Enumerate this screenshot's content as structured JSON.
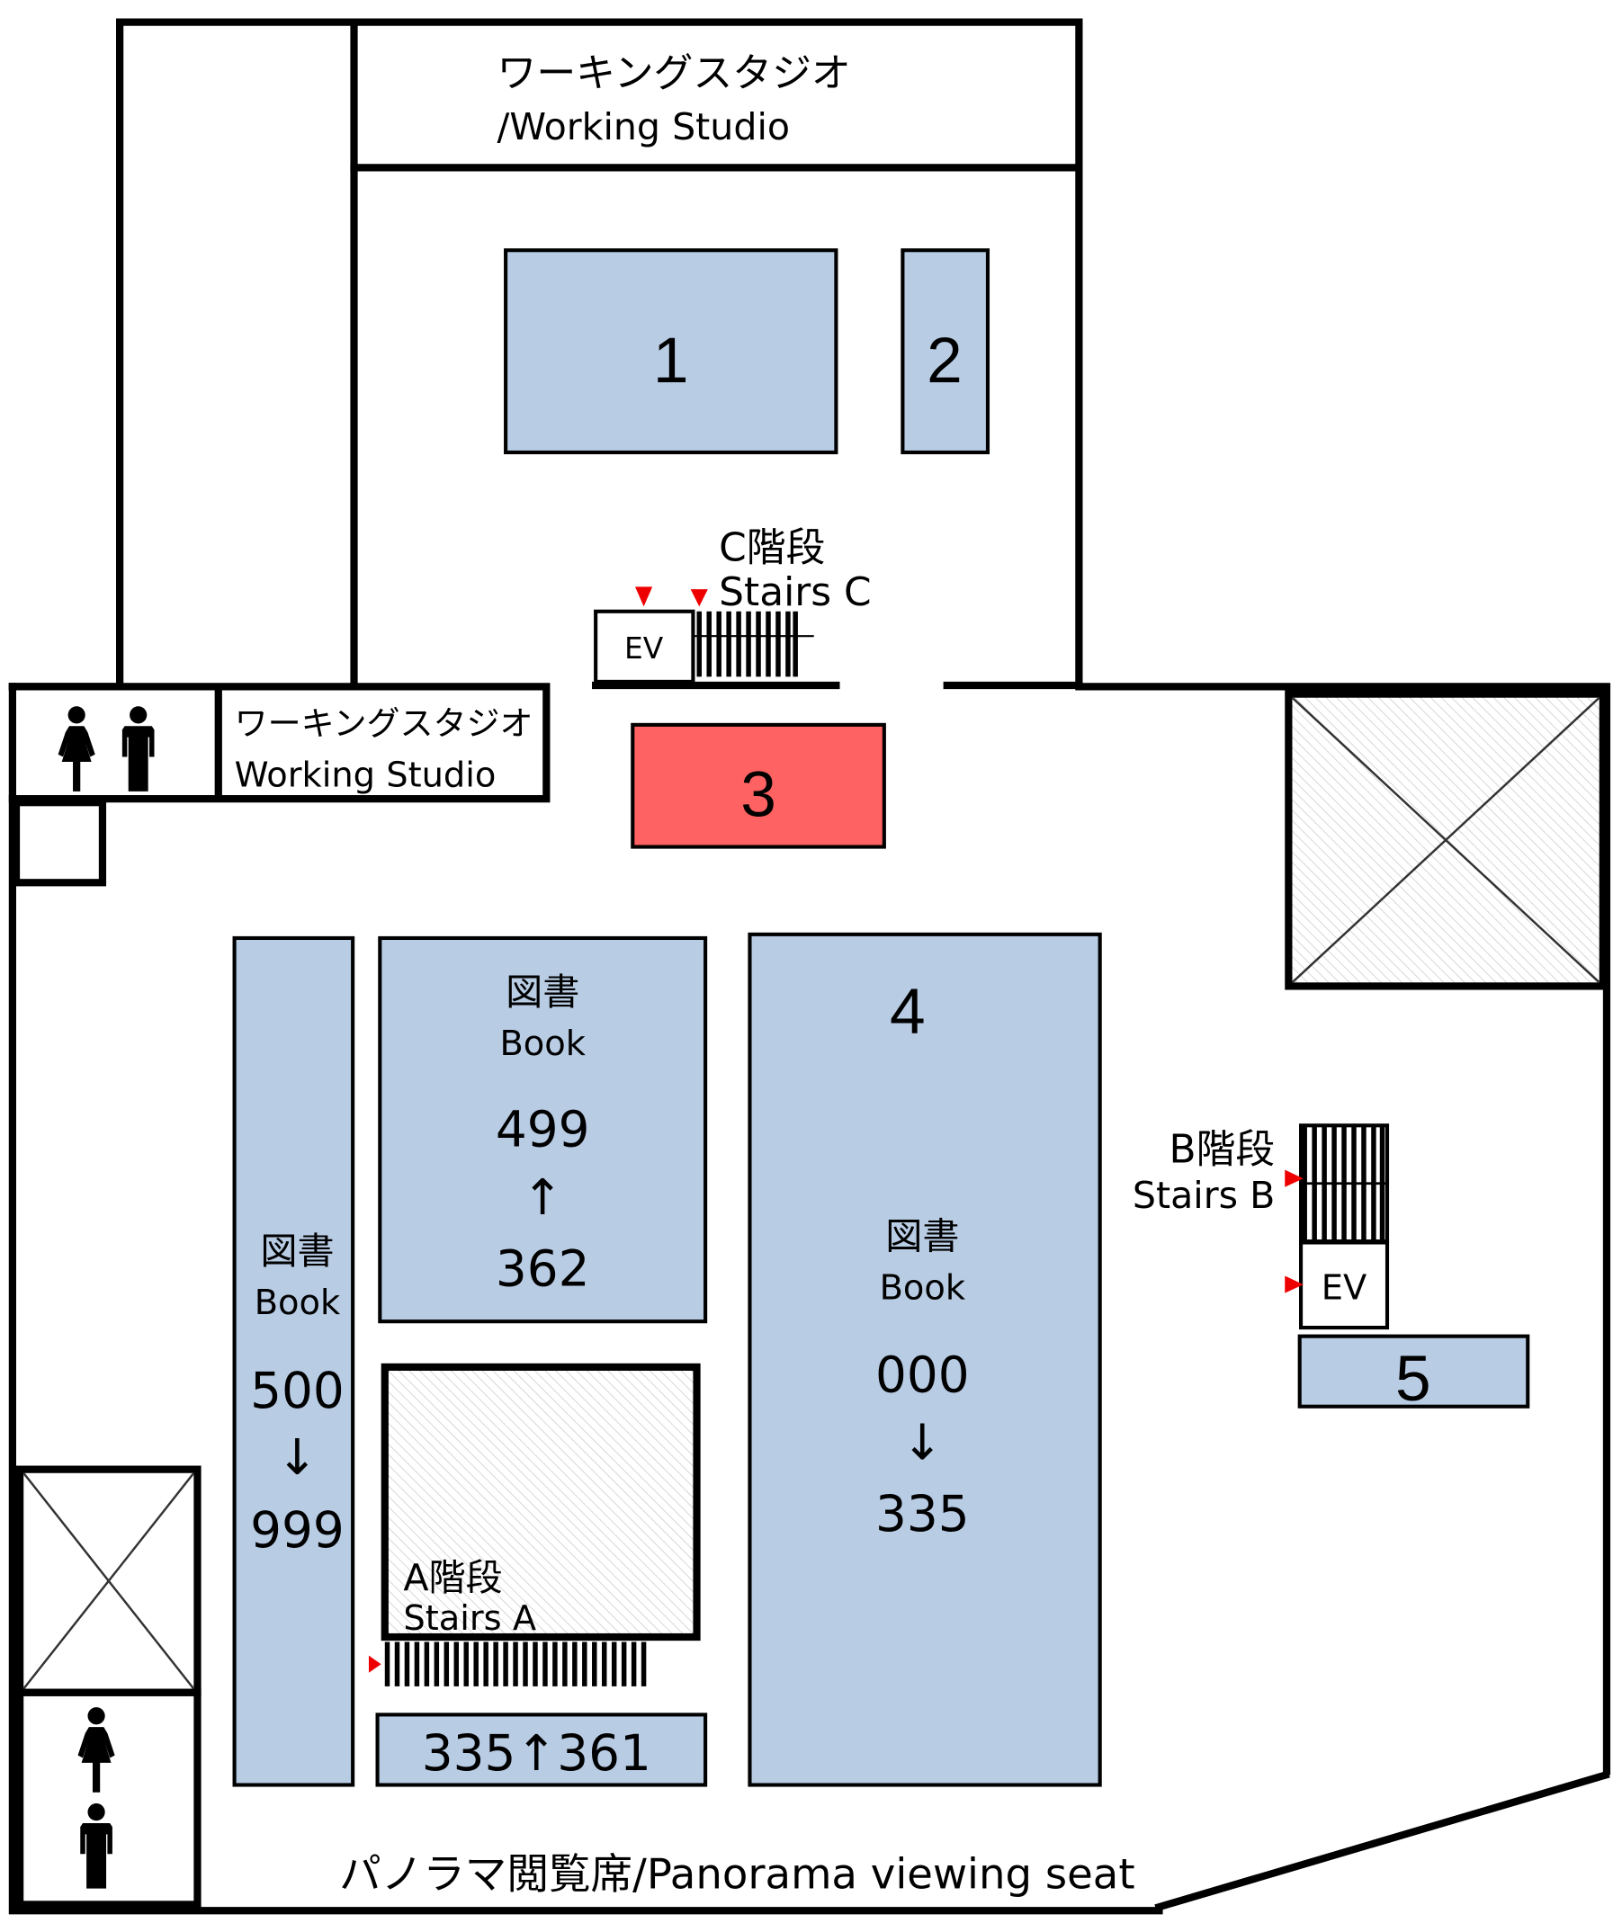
{
  "map": {
    "title": "Floor map",
    "colors": {
      "shelf": "#b8cce4",
      "highlight": "#ff6262",
      "entrance_marker": "#ee0000"
    },
    "rooms": {
      "working_studio_top": {
        "jp": "ワーキングスタジオ",
        "en": "/Working Studio"
      },
      "working_studio_left": {
        "jp": "ワーキングスタジオ",
        "en": "Working Studio"
      },
      "panorama": {
        "label": "パノラマ閲覧席/Panorama viewing seat"
      }
    },
    "areas": [
      {
        "id": "1",
        "label": "1",
        "highlighted": false
      },
      {
        "id": "2",
        "label": "2",
        "highlighted": false
      },
      {
        "id": "3",
        "label": "3",
        "highlighted": true
      },
      {
        "id": "4",
        "label": "4",
        "highlighted": false
      },
      {
        "id": "5",
        "label": "5",
        "highlighted": false
      }
    ],
    "shelves": {
      "left": {
        "jp": "図書",
        "en": "Book",
        "from": "500",
        "arrow": "↓",
        "to": "999"
      },
      "center": {
        "jp": "図書",
        "en": "Book",
        "from": "499",
        "arrow": "↑",
        "to": "362"
      },
      "area4": {
        "jp": "図書",
        "en": "Book",
        "from": "000",
        "arrow": "↓",
        "to": "335"
      },
      "small": {
        "label": "335↑361"
      }
    },
    "stairs": {
      "a": {
        "jp": "A階段",
        "en": "Stairs A"
      },
      "b": {
        "jp": "B階段",
        "en": "Stairs B"
      },
      "c": {
        "jp": "C階段",
        "en": "Stairs C"
      }
    },
    "elevators": {
      "label": "EV"
    },
    "icons": [
      "restroom-women-icon",
      "restroom-men-icon"
    ]
  }
}
